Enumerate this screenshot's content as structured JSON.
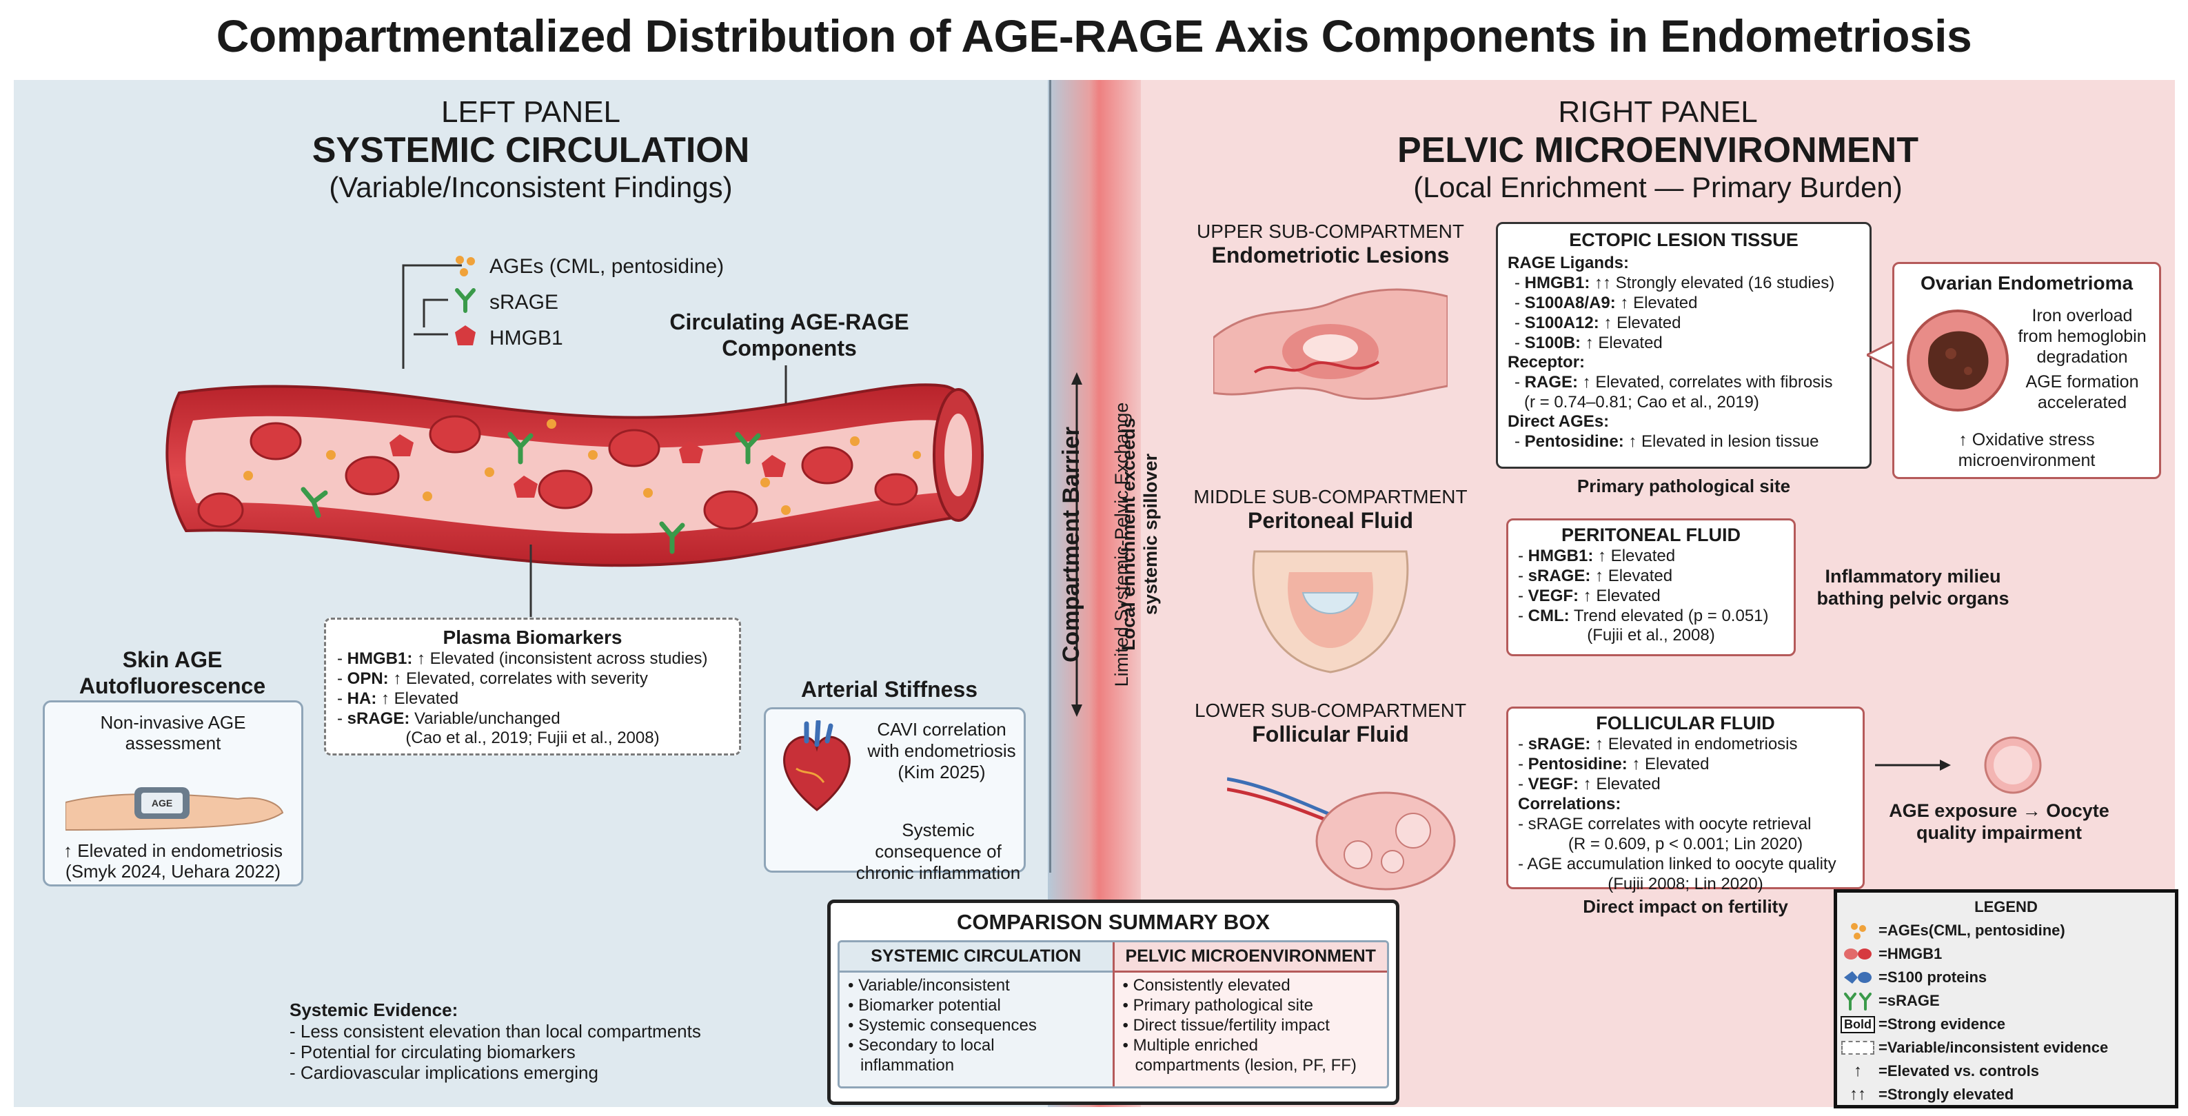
{
  "title": "Compartmentalized Distribution of AGE-RAGE Axis Components in Endometriosis",
  "left_panel": {
    "label": "LEFT PANEL",
    "heading": "SYSTEMIC CIRCULATION",
    "subheading": "(Variable/Inconsistent Findings)",
    "legend_items": [
      "AGEs (CML, pentosidine)",
      "sRAGE",
      "HMGB1"
    ],
    "circulating_label_1": "Circulating AGE-RAGE",
    "circulating_label_2": "Components",
    "plasma": {
      "title": "Plasma Biomarkers",
      "items": [
        {
          "key": "HMGB1:",
          "text": " ↑ Elevated (inconsistent across studies)"
        },
        {
          "key": "OPN:",
          "text": " ↑ Elevated, correlates with severity"
        },
        {
          "key": "HA:",
          "text": " ↑ Elevated"
        },
        {
          "key": "sRAGE:",
          "text": " Variable/unchanged"
        }
      ],
      "citation": "(Cao et al., 2019; Fujii et al., 2008)"
    },
    "skin": {
      "title_1": "Skin AGE",
      "title_2": "Autofluorescence",
      "desc_1": "Non-invasive AGE",
      "desc_2": "assessment",
      "device_label": "AGE",
      "finding": "↑ Elevated in endometriosis",
      "citation": "(Smyk 2024, Uehara 2022)"
    },
    "arterial": {
      "title": "Arterial Stiffness",
      "desc_1": "CAVI correlation",
      "desc_2": "with endometriosis",
      "desc_3": "(Kim 2025)",
      "consequence_1": "Systemic consequence of",
      "consequence_2": "chronic inflammation"
    },
    "evidence": {
      "title": "Systemic Evidence:",
      "items": [
        "- Less consistent elevation than local compartments",
        "- Potential for circulating biomarkers",
        "- Cardiovascular implications emerging"
      ]
    }
  },
  "barrier": {
    "label": "Compartment Barrier",
    "exchange": "Limited Systemic-Pelvic Exchange",
    "enrichment_1": "Local enrichment exceeds",
    "enrichment_2": "systemic spillover"
  },
  "right_panel": {
    "label": "RIGHT PANEL",
    "heading": "PELVIC MICROENVIRONMENT",
    "subheading": "(Local Enrichment — Primary Burden)",
    "upper": {
      "label": "UPPER SUB-COMPARTMENT",
      "name": "Endometriotic Lesions",
      "box_title": "ECTOPIC LESION TISSUE",
      "ligands_title": "RAGE Ligands:",
      "ligands": [
        {
          "key": "HMGB1:",
          "text": " ↑↑ Strongly elevated (16 studies)"
        },
        {
          "key": "S100A8/A9:",
          "text": " ↑ Elevated"
        },
        {
          "key": "S100A12:",
          "text": " ↑ Elevated"
        },
        {
          "key": "S100B:",
          "text": " ↑ Elevated"
        }
      ],
      "receptor_title": "Receptor:",
      "receptor": {
        "key": "RAGE:",
        "text": " ↑ Elevated, correlates with fibrosis"
      },
      "receptor_cite": "(r = 0.74–0.81; Cao et al., 2019)",
      "direct_title": "Direct AGEs:",
      "direct": {
        "key": "Pentosidine:",
        "text": " ↑ Elevated in lesion tissue"
      },
      "caption": "Primary pathological site"
    },
    "ovarian": {
      "title": "Ovarian Endometrioma",
      "lines": [
        "Iron overload",
        "from hemoglobin",
        "degradation"
      ],
      "lines2": [
        "AGE formation",
        "accelerated"
      ],
      "lines3": [
        "↑ Oxidative stress",
        "microenvironment"
      ]
    },
    "middle": {
      "label": "MIDDLE SUB-COMPARTMENT",
      "name": "Peritoneal Fluid",
      "box_title": "PERITONEAL FLUID",
      "items": [
        {
          "key": "HMGB1:",
          "text": " ↑ Elevated"
        },
        {
          "key": "sRAGE:",
          "text": " ↑ Elevated"
        },
        {
          "key": "VEGF:",
          "text": " ↑ Elevated"
        },
        {
          "key": "CML:",
          "text": " Trend elevated (p = 0.051)"
        }
      ],
      "citation": "(Fujii et al., 2008)",
      "side_1": "Inflammatory milieu",
      "side_2": "bathing pelvic organs"
    },
    "lower": {
      "label": "LOWER SUB-COMPARTMENT",
      "name": "Follicular Fluid",
      "box_title": "FOLLICULAR FLUID",
      "items": [
        {
          "key": "sRAGE:",
          "text": " ↑ Elevated in endometriosis"
        },
        {
          "key": "Pentosidine:",
          "text": " ↑ Elevated"
        },
        {
          "key": "VEGF:",
          "text": " ↑ Elevated"
        }
      ],
      "corr_title": "Correlations:",
      "corr": [
        "- sRAGE correlates with oocyte retrieval",
        "(R = 0.609, p < 0.001; Lin 2020)",
        "- AGE accumulation linked to oocyte quality",
        "(Fujii 2008; Lin 2020)"
      ],
      "caption": "Direct impact on fertility",
      "side_1": "AGE exposure → Oocyte",
      "side_2": "quality impairment"
    }
  },
  "summary": {
    "title": "COMPARISON SUMMARY BOX",
    "systemic_head": "SYSTEMIC CIRCULATION",
    "systemic": [
      "Variable/inconsistent",
      "Biomarker potential",
      "Systemic consequences",
      "Secondary to local",
      "inflammation"
    ],
    "pelvic_head": "PELVIC MICROENVIRONMENT",
    "pelvic": [
      "Consistently elevated",
      "Primary pathological site",
      "Direct tissue/fertility impact",
      "Multiple enriched",
      "compartments (lesion, PF, FF)"
    ]
  },
  "legend": {
    "title": "LEGEND",
    "items": [
      "=AGEs(CML, pentosidine)",
      "=HMGB1",
      "=S100 proteins",
      "=sRAGE",
      "=Strong evidence",
      "=Variable/inconsistent evidence",
      "=Elevated vs. controls",
      "=Strongly elevated"
    ],
    "bold_sample": "Bold",
    "arrow_up": "↑",
    "arrow_upup": "↑↑"
  },
  "colors": {
    "systemic_bg": "#dfe9ef",
    "pelvic_bg": "#f7dcdc",
    "vessel": "#c8353b",
    "rbc": "#d63a3f",
    "srage": "#3a9a4a",
    "age_dot": "#f0a23a",
    "s100": "#3d6fb5"
  }
}
